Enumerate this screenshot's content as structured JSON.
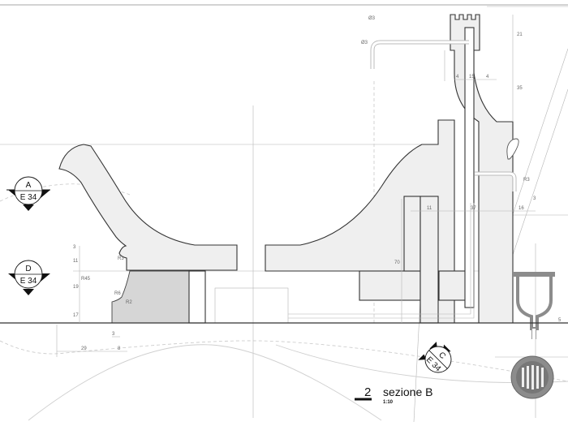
{
  "drawing": {
    "title_number": "2",
    "title": "sezione B",
    "scale": "1:10"
  },
  "section_markers": [
    {
      "letter": "A",
      "sheet": "E 34"
    },
    {
      "letter": "D",
      "sheet": "E 34"
    },
    {
      "letter": "C",
      "sheet": "E 34"
    }
  ],
  "dimensions": {
    "left_profile": [
      "3",
      "11",
      "R3",
      "R45",
      "19",
      "R6",
      "R2",
      "17",
      "3",
      "29",
      "8"
    ],
    "tap": [
      "Ø3",
      "Ø3",
      "21",
      "4",
      "15",
      "4",
      "35"
    ],
    "right_block": [
      "11",
      "37",
      "16",
      "R3",
      "3",
      "70"
    ],
    "drain": [
      "5"
    ]
  },
  "colors": {
    "outline": "#333333",
    "fill_light": "#efefef",
    "fill_dark": "#d6d6d6",
    "drain_grey": "#8c8c8c",
    "construction_line": "#b5b5b5"
  }
}
